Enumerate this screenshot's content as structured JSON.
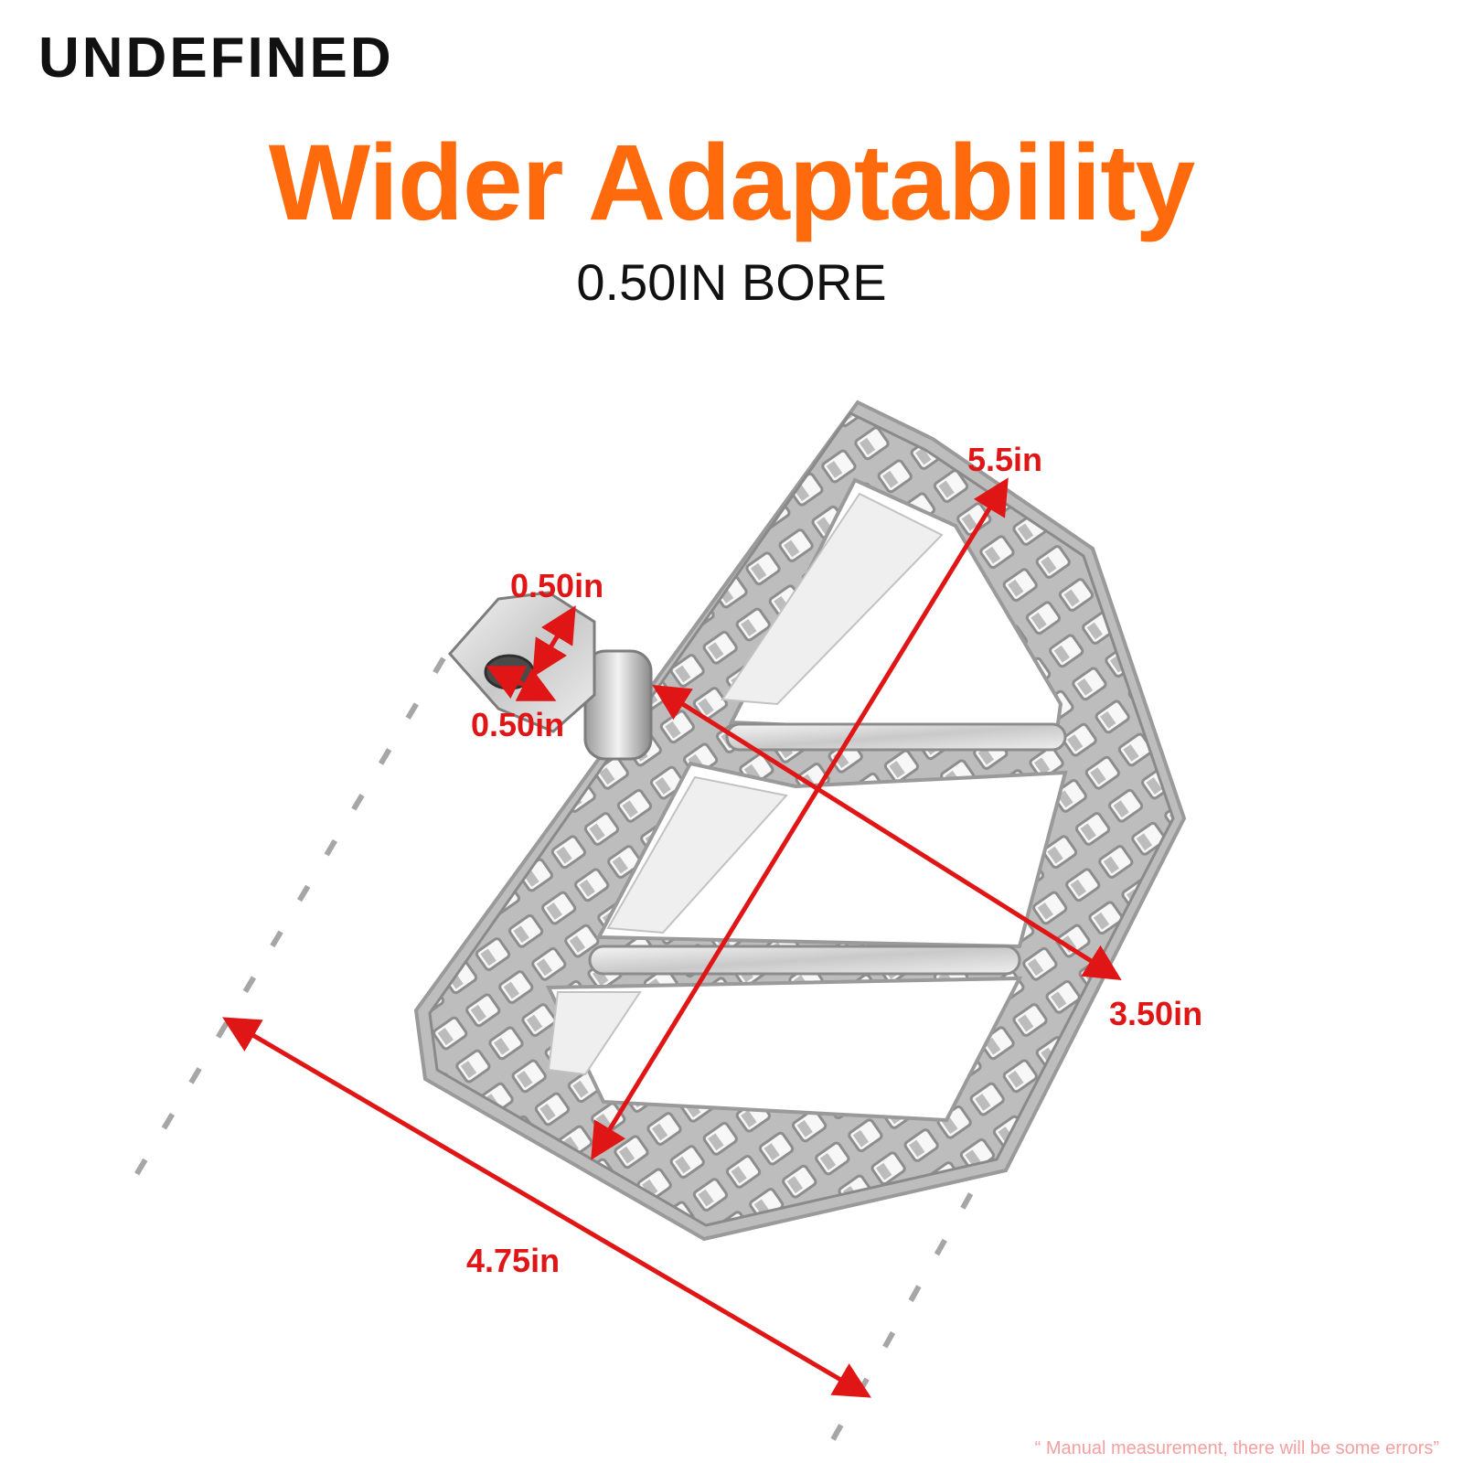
{
  "header": {
    "brand": "UNDEFINED",
    "headline": "Wider Adaptability",
    "subhead": "0.50IN BORE"
  },
  "dimensions": {
    "diagonal": "5.5in",
    "bore_height": "0.50in",
    "bore_width": "0.50in",
    "width": "3.50in",
    "length": "4.75in"
  },
  "footnote": "“ Manual measurement, there will be some errors”",
  "colors": {
    "headline": "#ff6a0d",
    "dimension": "#e01515",
    "metal": "#d8d8d8",
    "footnote": "#f3a0a0"
  }
}
